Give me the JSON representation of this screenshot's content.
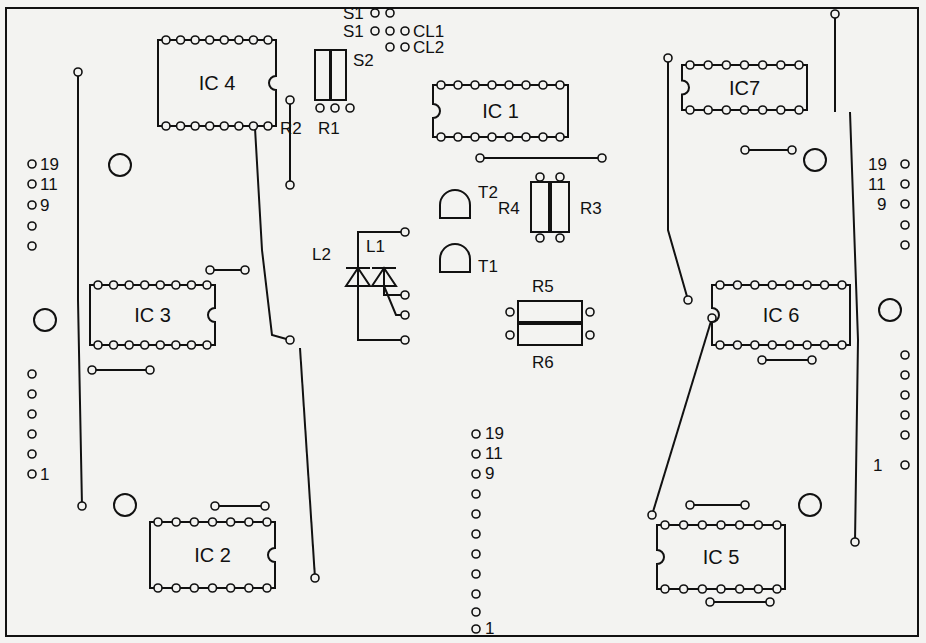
{
  "diagram": {
    "nodes": [
      {
        "text": [
          "IC 4"
        ]
      },
      {
        "text": [
          "IC 1"
        ]
      },
      {
        "text": [
          "IC7"
        ]
      },
      {
        "text": [
          "IC 3"
        ]
      },
      {
        "text": [
          "IC 6"
        ]
      },
      {
        "text": [
          "IC 2"
        ]
      },
      {
        "text": [
          "IC 5"
        ]
      }
    ],
    "labels": [
      "S1",
      "S1",
      "CL1",
      "CL2",
      "S2",
      "R2",
      "R1",
      "T2",
      "R4",
      "R3",
      "L2",
      "L1",
      "T1",
      "R5",
      "R6",
      "19",
      "11",
      "9",
      "19",
      "11",
      "9",
      "1",
      "1",
      "19",
      "11",
      "9",
      "1"
    ]
  }
}
